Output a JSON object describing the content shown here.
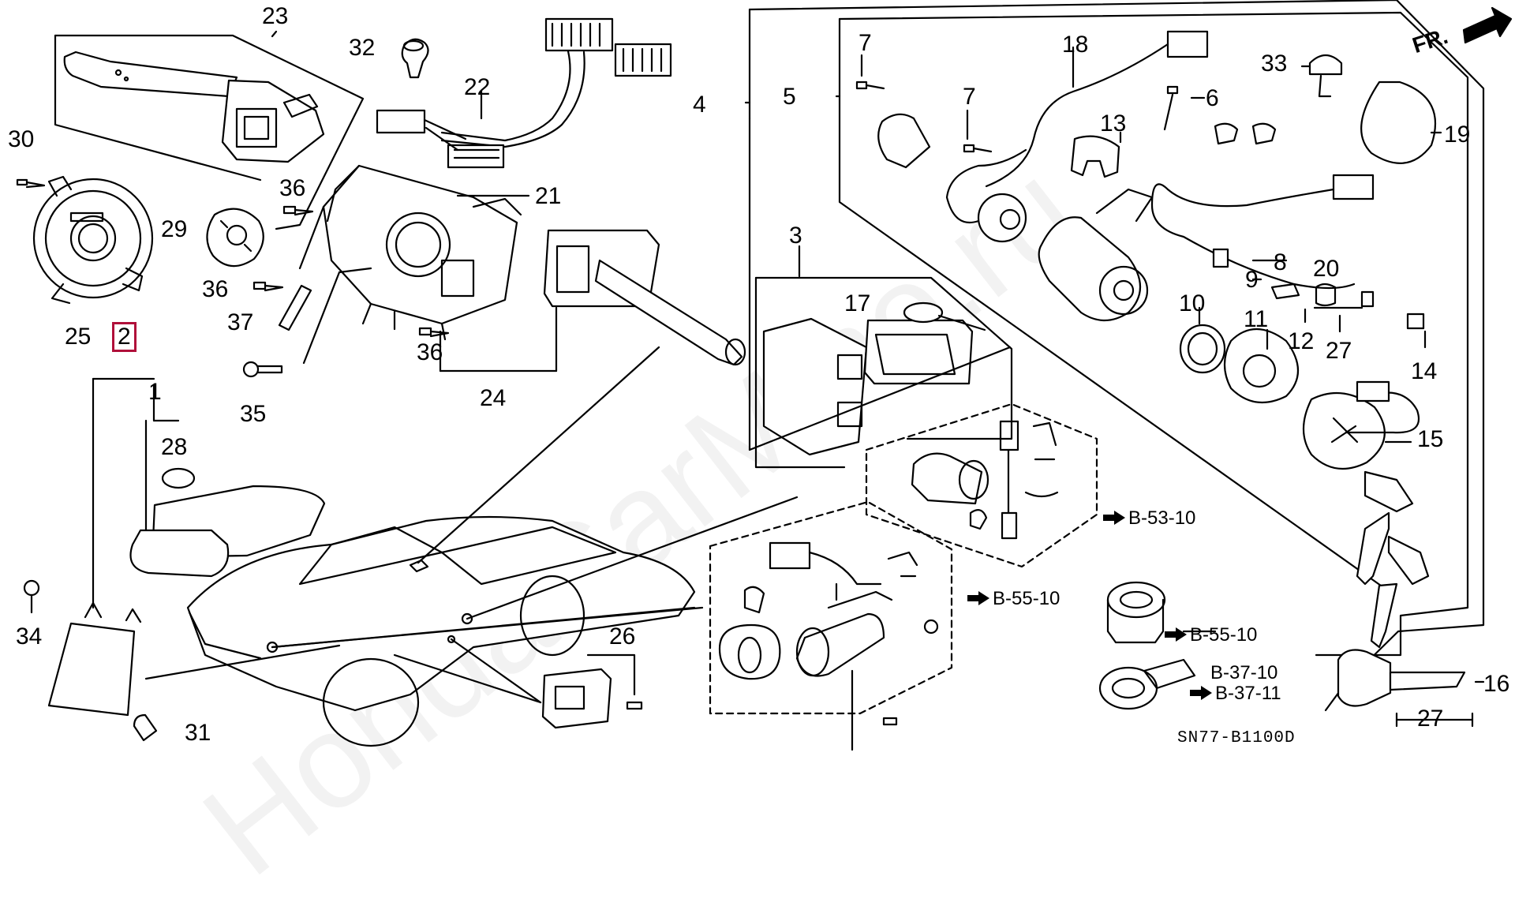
{
  "watermark": "HondaCarMine.ru",
  "diagram_code": "SN77-B1100D",
  "front_indicator": "FR.",
  "callouts": [
    {
      "id": "23",
      "text": "23"
    },
    {
      "id": "32",
      "text": "32"
    },
    {
      "id": "22",
      "text": "22"
    },
    {
      "id": "30",
      "text": "30"
    },
    {
      "id": "36a",
      "text": "36"
    },
    {
      "id": "21",
      "text": "21"
    },
    {
      "id": "29",
      "text": "29"
    },
    {
      "id": "36b",
      "text": "36"
    },
    {
      "id": "37",
      "text": "37"
    },
    {
      "id": "36c",
      "text": "36"
    },
    {
      "id": "25",
      "text": "25"
    },
    {
      "id": "2",
      "text": "2"
    },
    {
      "id": "35",
      "text": "35"
    },
    {
      "id": "24",
      "text": "24"
    },
    {
      "id": "1",
      "text": "1"
    },
    {
      "id": "28",
      "text": "28"
    },
    {
      "id": "34",
      "text": "34"
    },
    {
      "id": "31",
      "text": "31"
    },
    {
      "id": "26",
      "text": "26"
    },
    {
      "id": "3",
      "text": "3"
    },
    {
      "id": "17",
      "text": "17"
    },
    {
      "id": "4",
      "text": "4"
    },
    {
      "id": "5",
      "text": "5"
    },
    {
      "id": "7a",
      "text": "7"
    },
    {
      "id": "7b",
      "text": "7"
    },
    {
      "id": "18",
      "text": "18"
    },
    {
      "id": "13",
      "text": "13"
    },
    {
      "id": "6",
      "text": "6"
    },
    {
      "id": "33",
      "text": "33"
    },
    {
      "id": "19",
      "text": "19"
    },
    {
      "id": "8",
      "text": "8"
    },
    {
      "id": "20",
      "text": "20"
    },
    {
      "id": "9",
      "text": "9"
    },
    {
      "id": "10",
      "text": "10"
    },
    {
      "id": "11",
      "text": "11"
    },
    {
      "id": "12",
      "text": "12"
    },
    {
      "id": "27a",
      "text": "27"
    },
    {
      "id": "14",
      "text": "14"
    },
    {
      "id": "15",
      "text": "15"
    },
    {
      "id": "16",
      "text": "16"
    },
    {
      "id": "27b",
      "text": "27"
    }
  ],
  "references": [
    {
      "id": "b53",
      "text": "B-53-10"
    },
    {
      "id": "b55a",
      "text": "B-55-10"
    },
    {
      "id": "b55b",
      "text": "B-55-10"
    },
    {
      "id": "b37a",
      "text": "B-37-10"
    },
    {
      "id": "b37b",
      "text": "B-37-11"
    }
  ],
  "highlighted_callout": "2"
}
